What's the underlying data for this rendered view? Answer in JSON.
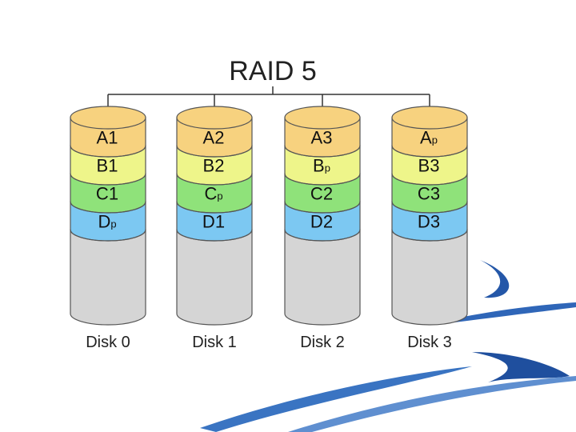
{
  "diagram": {
    "title": "RAID 5",
    "colors": {
      "row_a": "#f7d27f",
      "row_b": "#eef58a",
      "row_c": "#8fe27a",
      "row_d": "#7cc8f2",
      "empty": "#d5d5d5",
      "outline": "#555555",
      "swoosh": "#2457a8"
    },
    "disks": [
      {
        "label": "Disk 0",
        "blocks": [
          {
            "main": "A",
            "sub": "1"
          },
          {
            "main": "B",
            "sub": "1"
          },
          {
            "main": "C",
            "sub": "1"
          },
          {
            "main": "D",
            "sub": "p"
          }
        ]
      },
      {
        "label": "Disk 1",
        "blocks": [
          {
            "main": "A",
            "sub": "2"
          },
          {
            "main": "B",
            "sub": "2"
          },
          {
            "main": "C",
            "sub": "p"
          },
          {
            "main": "D",
            "sub": "1"
          }
        ]
      },
      {
        "label": "Disk 2",
        "blocks": [
          {
            "main": "A",
            "sub": "3"
          },
          {
            "main": "B",
            "sub": "p"
          },
          {
            "main": "C",
            "sub": "2"
          },
          {
            "main": "D",
            "sub": "2"
          }
        ]
      },
      {
        "label": "Disk 3",
        "blocks": [
          {
            "main": "A",
            "sub": "p"
          },
          {
            "main": "B",
            "sub": "3"
          },
          {
            "main": "C",
            "sub": "3"
          },
          {
            "main": "D",
            "sub": "3"
          }
        ]
      }
    ]
  }
}
